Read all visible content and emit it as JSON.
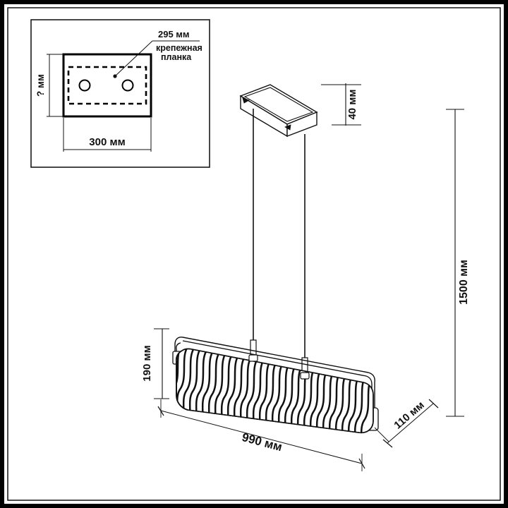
{
  "drawing": {
    "title": "Pendant lamp dimensional drawing",
    "units_suffix": "мм",
    "line_color": "#111111",
    "background_color": "#ffffff",
    "border_color": "#000000"
  },
  "detail_inset": {
    "name": "mounting-plate-detail",
    "callout_dimension": "295 мм",
    "callout_label_line1": "крепежная",
    "callout_label_line2": "планка",
    "height_dimension": "? мм",
    "width_dimension": "300 мм",
    "hole_count": 2
  },
  "dimensions": {
    "canopy_height": "40 мм",
    "total_drop": "1500 мм",
    "body_height": "190 мм",
    "body_length": "990 мм",
    "body_depth": "110 мм"
  },
  "parts": {
    "canopy": "ceiling-canopy",
    "suspension": "suspension-cable",
    "diffuser": "fluted-glass-diffuser",
    "bracket": "wire-bracket-frame"
  }
}
